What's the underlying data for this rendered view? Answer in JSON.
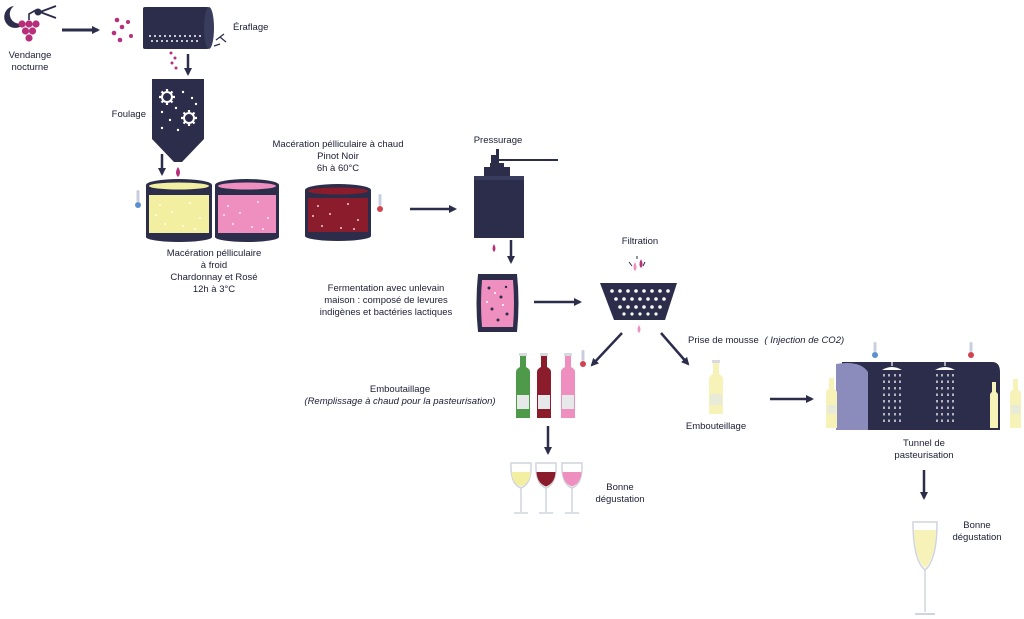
{
  "colors": {
    "navy": "#2b2d4b",
    "grape": "#b72f7a",
    "chardonnay": "#f3efa0",
    "rose": "#ee8fbf",
    "pinot": "#8a1c2b",
    "champagne": "#f6f2b8",
    "glass": "#d0d4dc",
    "tunnel_end": "#8b8cbc"
  },
  "labels": {
    "vendange": [
      "Vendange",
      "nocturne"
    ],
    "eraflage": "Éraflage",
    "foulage": "Foulage",
    "maceration_froid": [
      "Macération pélliculaire",
      "à froid",
      "Chardonnay et Rosé",
      "12h à 3°C"
    ],
    "maceration_chaud": [
      "Macération pélliculaire à chaud",
      "Pinot Noir",
      "6h à 60°C"
    ],
    "pressurage": "Pressurage",
    "fermentation": [
      "Fermentation avec unlevain",
      "maison : composé de levures",
      "indigènes et bactéries lactiques"
    ],
    "filtration": "Filtration",
    "prise_mousse": "Prise de mousse",
    "prise_mousse_note": "( Injection de CO2)",
    "embouteillage_gauche": "Emboutaillage",
    "embouteillage_gauche_note": "(Remplissage à chaud pour la pasteurisation)",
    "embouteillage_droite": "Embouteillage",
    "tunnel": [
      "Tunnel de",
      "pasteurisation"
    ],
    "degustation_gauche": [
      "Bonne",
      "dégustation"
    ],
    "degustation_droite": [
      "Bonne",
      "dégustation"
    ]
  }
}
